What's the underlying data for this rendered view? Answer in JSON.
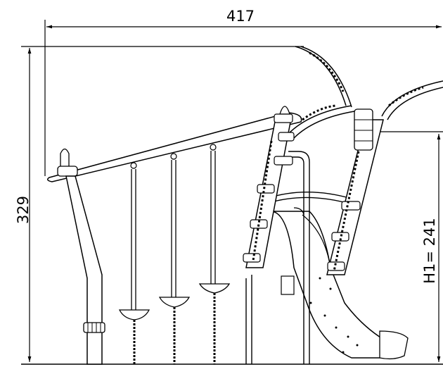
{
  "drawing": {
    "dimensions": {
      "overall_width": "417",
      "overall_height": "329",
      "fall_height": "H1=  241"
    },
    "colors": {
      "line": "#000000",
      "background": "#ffffff"
    }
  }
}
